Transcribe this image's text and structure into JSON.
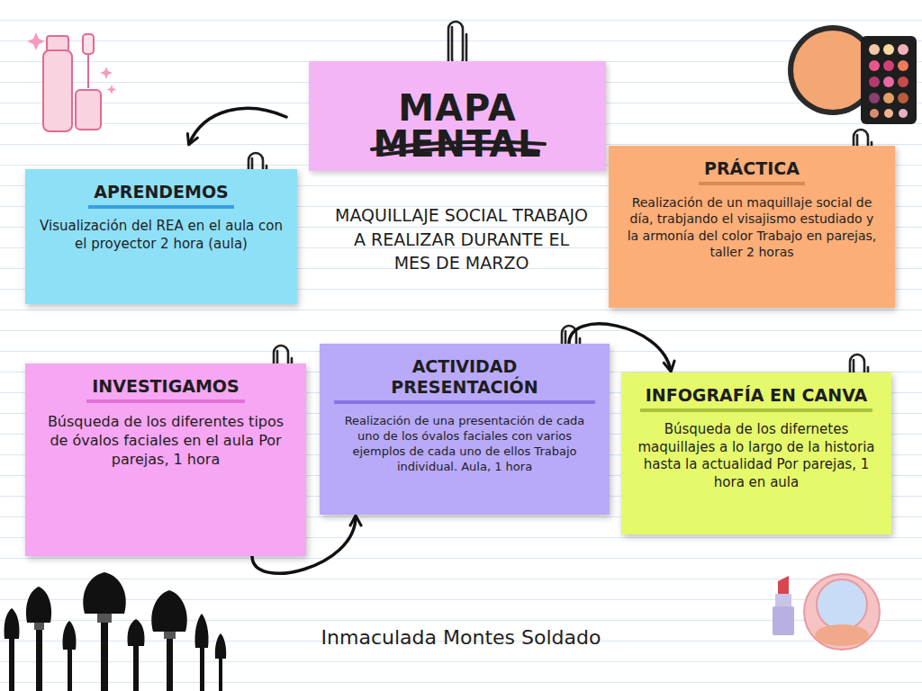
{
  "diagram": {
    "title": "MAPA MENTAL",
    "nodes": [
      {
        "text": [
          "APRENDEMOS",
          "Visualización del REA en el aula con el proyector 2 hora (aula)"
        ]
      },
      {
        "text": [
          "PRÁCTICA",
          "Realización de un maquillaje social de día, trabjando el visajismo estudiado y la armonía del color Trabajo en parejas, taller 2 horas"
        ]
      },
      {
        "text": [
          "INVESTIGAMOS",
          "Búsqueda de los diferentes tipos de óvalos faciales en el aula Por parejas, 1 hora"
        ]
      },
      {
        "text": [
          "ACTIVIDAD PRESENTACIÓN",
          "Realización de una presentación de cada uno de los óvalos faciales con varios ejemplos de cada uno de ellos Trabajo individual. Aula, 1 hora"
        ]
      },
      {
        "text": [
          "INFOGRAFÍA EN CANVA",
          "Búsqueda de los difernetes maquillajes a lo largo de la historia hasta la actualidad Por parejas, 1 hora en aula"
        ]
      }
    ],
    "edges": [
      {
        "from": 2,
        "to": 3,
        "arrow": "to"
      },
      {
        "from": 3,
        "to": 4,
        "arrow": "to"
      }
    ],
    "labels": [
      "MAQUILLAJE SOCIAL TRABAJO A REALIZAR DURANTE EL MES DE MARZO",
      "Inmaculada Montes Soldado"
    ]
  }
}
